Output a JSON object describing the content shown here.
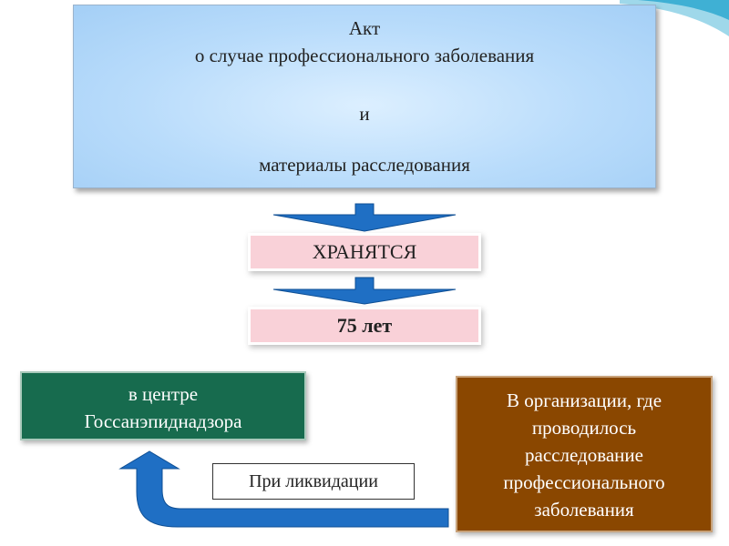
{
  "top_box": {
    "line1": "Акт",
    "line2": "о случае профессионального заболевания",
    "line3": "и",
    "line4": "материалы расследования"
  },
  "stored_label": "ХРАНЯТСЯ",
  "duration_label": "75 лет",
  "left_box": {
    "line1": "в центре",
    "line2": "Госсанэпиднадзора"
  },
  "right_box": {
    "line1": "В организации, где",
    "line2": "проводилось",
    "line3": "расследование",
    "line4": "профессионального",
    "line5": "заболевания"
  },
  "liquidation_label": "При ликвидации",
  "colors": {
    "arrow_blue": "#1f6fc4",
    "green_box": "#176b4e",
    "brown_box": "#8a4700",
    "pink_box": "#f9d1d8",
    "top_box": "#b9dcfb"
  }
}
